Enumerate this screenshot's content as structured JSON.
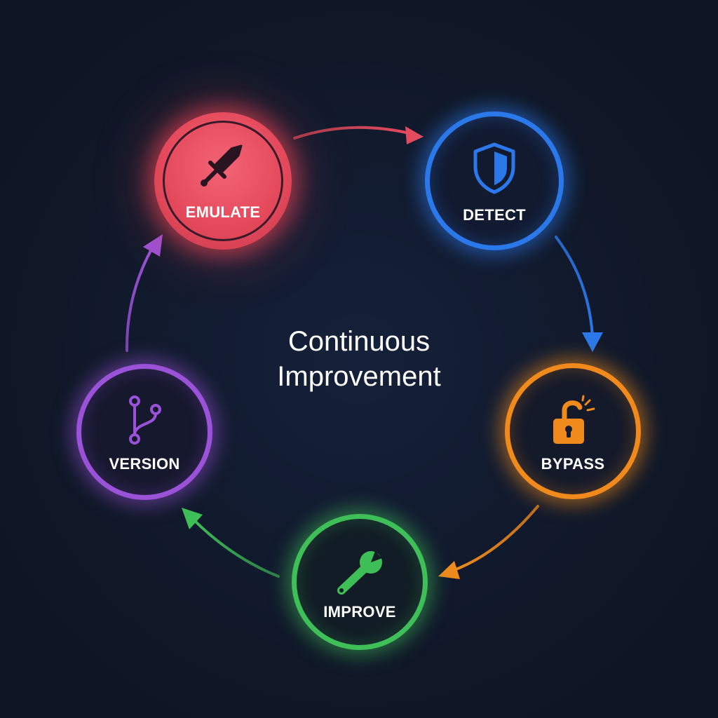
{
  "title": {
    "line1": "Continuous",
    "line2": "Improvement"
  },
  "nodes": [
    {
      "id": "emulate",
      "label": "EMULATE",
      "icon": "sword-icon",
      "color": "#e54a5c"
    },
    {
      "id": "detect",
      "label": "DETECT",
      "icon": "shield-icon",
      "color": "#2b78ea"
    },
    {
      "id": "bypass",
      "label": "BYPASS",
      "icon": "unlocked-padlock-icon",
      "color": "#f08a1c"
    },
    {
      "id": "improve",
      "label": "IMPROVE",
      "icon": "wrench-icon",
      "color": "#3fbf58"
    },
    {
      "id": "version",
      "label": "VERSION",
      "icon": "git-branch-icon",
      "color": "#9a52d8"
    }
  ],
  "cycle_order": [
    "emulate",
    "detect",
    "bypass",
    "improve",
    "version",
    "emulate"
  ],
  "background_color": "#111a2b"
}
